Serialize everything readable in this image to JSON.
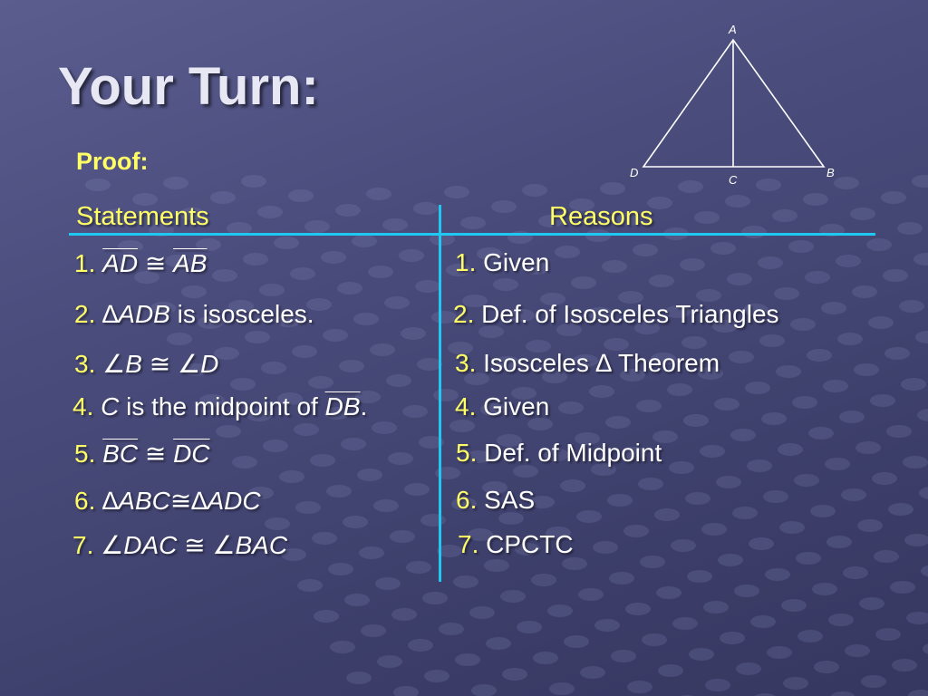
{
  "slide": {
    "title": "Your Turn:",
    "proof_label": "Proof:",
    "statements_header": "Statements",
    "reasons_header": "Reasons"
  },
  "figure": {
    "labels": {
      "A": "A",
      "B": "B",
      "C": "C",
      "D": "D"
    }
  },
  "rows": [
    {
      "num": "1.",
      "statement": {
        "parts": [
          {
            "t": "AD",
            "style": "math ov"
          },
          {
            "t": " ≅ ",
            "style": "sym"
          },
          {
            "t": "AB",
            "style": "math ov"
          }
        ]
      },
      "reason_num": "1.",
      "reason": "Given"
    },
    {
      "num": "2.",
      "statement": {
        "parts": [
          {
            "t": "∆",
            "style": "sym"
          },
          {
            "t": "ADB",
            "style": "math"
          },
          {
            "t": " is isosceles.",
            "style": ""
          }
        ]
      },
      "reason_num": "2.",
      "reason": "Def. of Isosceles Triangles"
    },
    {
      "num": "3.",
      "statement": {
        "parts": [
          {
            "t": "∠",
            "style": "sym"
          },
          {
            "t": "B",
            "style": "math"
          },
          {
            "t": " ≅ ∠",
            "style": "sym"
          },
          {
            "t": "D",
            "style": "math"
          }
        ]
      },
      "reason_num": "3.",
      "reason": "Isosceles ∆ Theorem"
    },
    {
      "num": "4.",
      "statement": {
        "parts": [
          {
            "t": "C",
            "style": "math"
          },
          {
            "t": " is the midpoint of ",
            "style": ""
          },
          {
            "t": "DB",
            "style": "math ov"
          },
          {
            "t": ".",
            "style": ""
          }
        ]
      },
      "reason_num": "4.",
      "reason": "Given"
    },
    {
      "num": "5.",
      "statement": {
        "parts": [
          {
            "t": "BC",
            "style": "math ov"
          },
          {
            "t": " ≅ ",
            "style": "sym"
          },
          {
            "t": "DC",
            "style": "math ov"
          }
        ]
      },
      "reason_num": "5.",
      "reason": "Def. of Midpoint"
    },
    {
      "num": "6.",
      "statement": {
        "parts": [
          {
            "t": "∆",
            "style": "sym"
          },
          {
            "t": "ABC",
            "style": "math"
          },
          {
            "t": "≅∆",
            "style": "sym"
          },
          {
            "t": "ADC",
            "style": "math"
          }
        ]
      },
      "reason_num": "6.",
      "reason": "SAS"
    },
    {
      "num": "7.",
      "statement": {
        "parts": [
          {
            "t": "∠",
            "style": "sym"
          },
          {
            "t": "DAC",
            "style": "math"
          },
          {
            "t": " ≅ ∠",
            "style": "sym"
          },
          {
            "t": "BAC",
            "style": "math"
          }
        ]
      },
      "reason_num": "7.",
      "reason": "CPCTC"
    }
  ],
  "colors": {
    "accent_yellow": "#ffff66",
    "line_cyan": "#1ec8f0",
    "background": "#4a4c7c"
  }
}
